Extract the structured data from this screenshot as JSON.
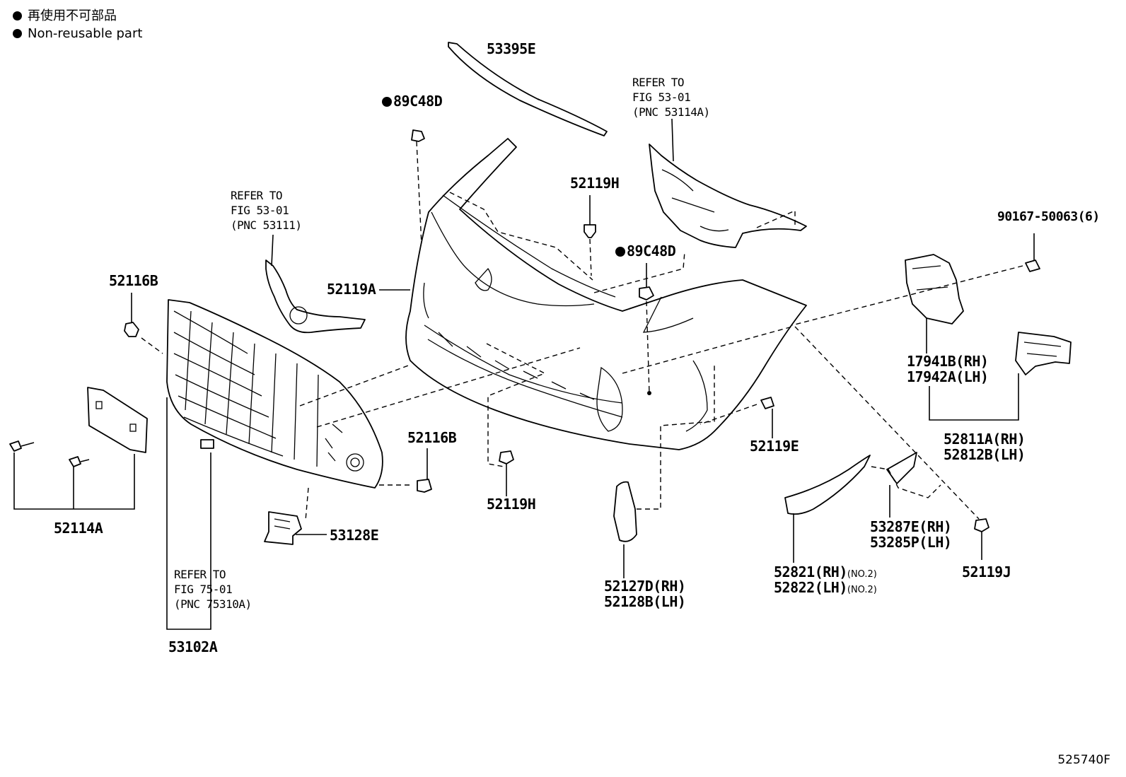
{
  "legend": {
    "jp_text": "再使用不可部品",
    "en_text": "Non-reusable part"
  },
  "figure_id": "525740F",
  "labels": {
    "p53395e": "53395E",
    "p89c48d_top": "89C48D",
    "p89c48d_mid": "89C48D",
    "refer_53114a": [
      "REFER TO",
      "FIG 53-01",
      "(PNC 53114A)"
    ],
    "refer_53111": [
      "REFER TO",
      "FIG 53-01",
      "(PNC 53111)"
    ],
    "refer_75310a": [
      "REFER TO",
      "FIG 75-01",
      "(PNC 75310A)"
    ],
    "p52119h_top": "52119H",
    "p52119h_bot": "52119H",
    "p90167": "90167-50063(6)",
    "p52116b_left": "52116B",
    "p52116b_right": "52116B",
    "p52119a": "52119A",
    "p17941b": "17941B(RH)",
    "p17942a": "17942A(LH)",
    "p52811a": "52811A(RH)",
    "p52812b": "52812B(LH)",
    "p52119e": "52119E",
    "p52114a": "52114A",
    "p53128e": "53128E",
    "p53287e": "53287E(RH)",
    "p53285p": "53285P(LH)",
    "p52821": "52821(RH)",
    "p52822": "52822(LH)",
    "no2": "(NO.2)",
    "p52119j": "52119J",
    "p52127d": "52127D(RH)",
    "p52128b": "52128B(LH)",
    "p53102a": "53102A"
  }
}
